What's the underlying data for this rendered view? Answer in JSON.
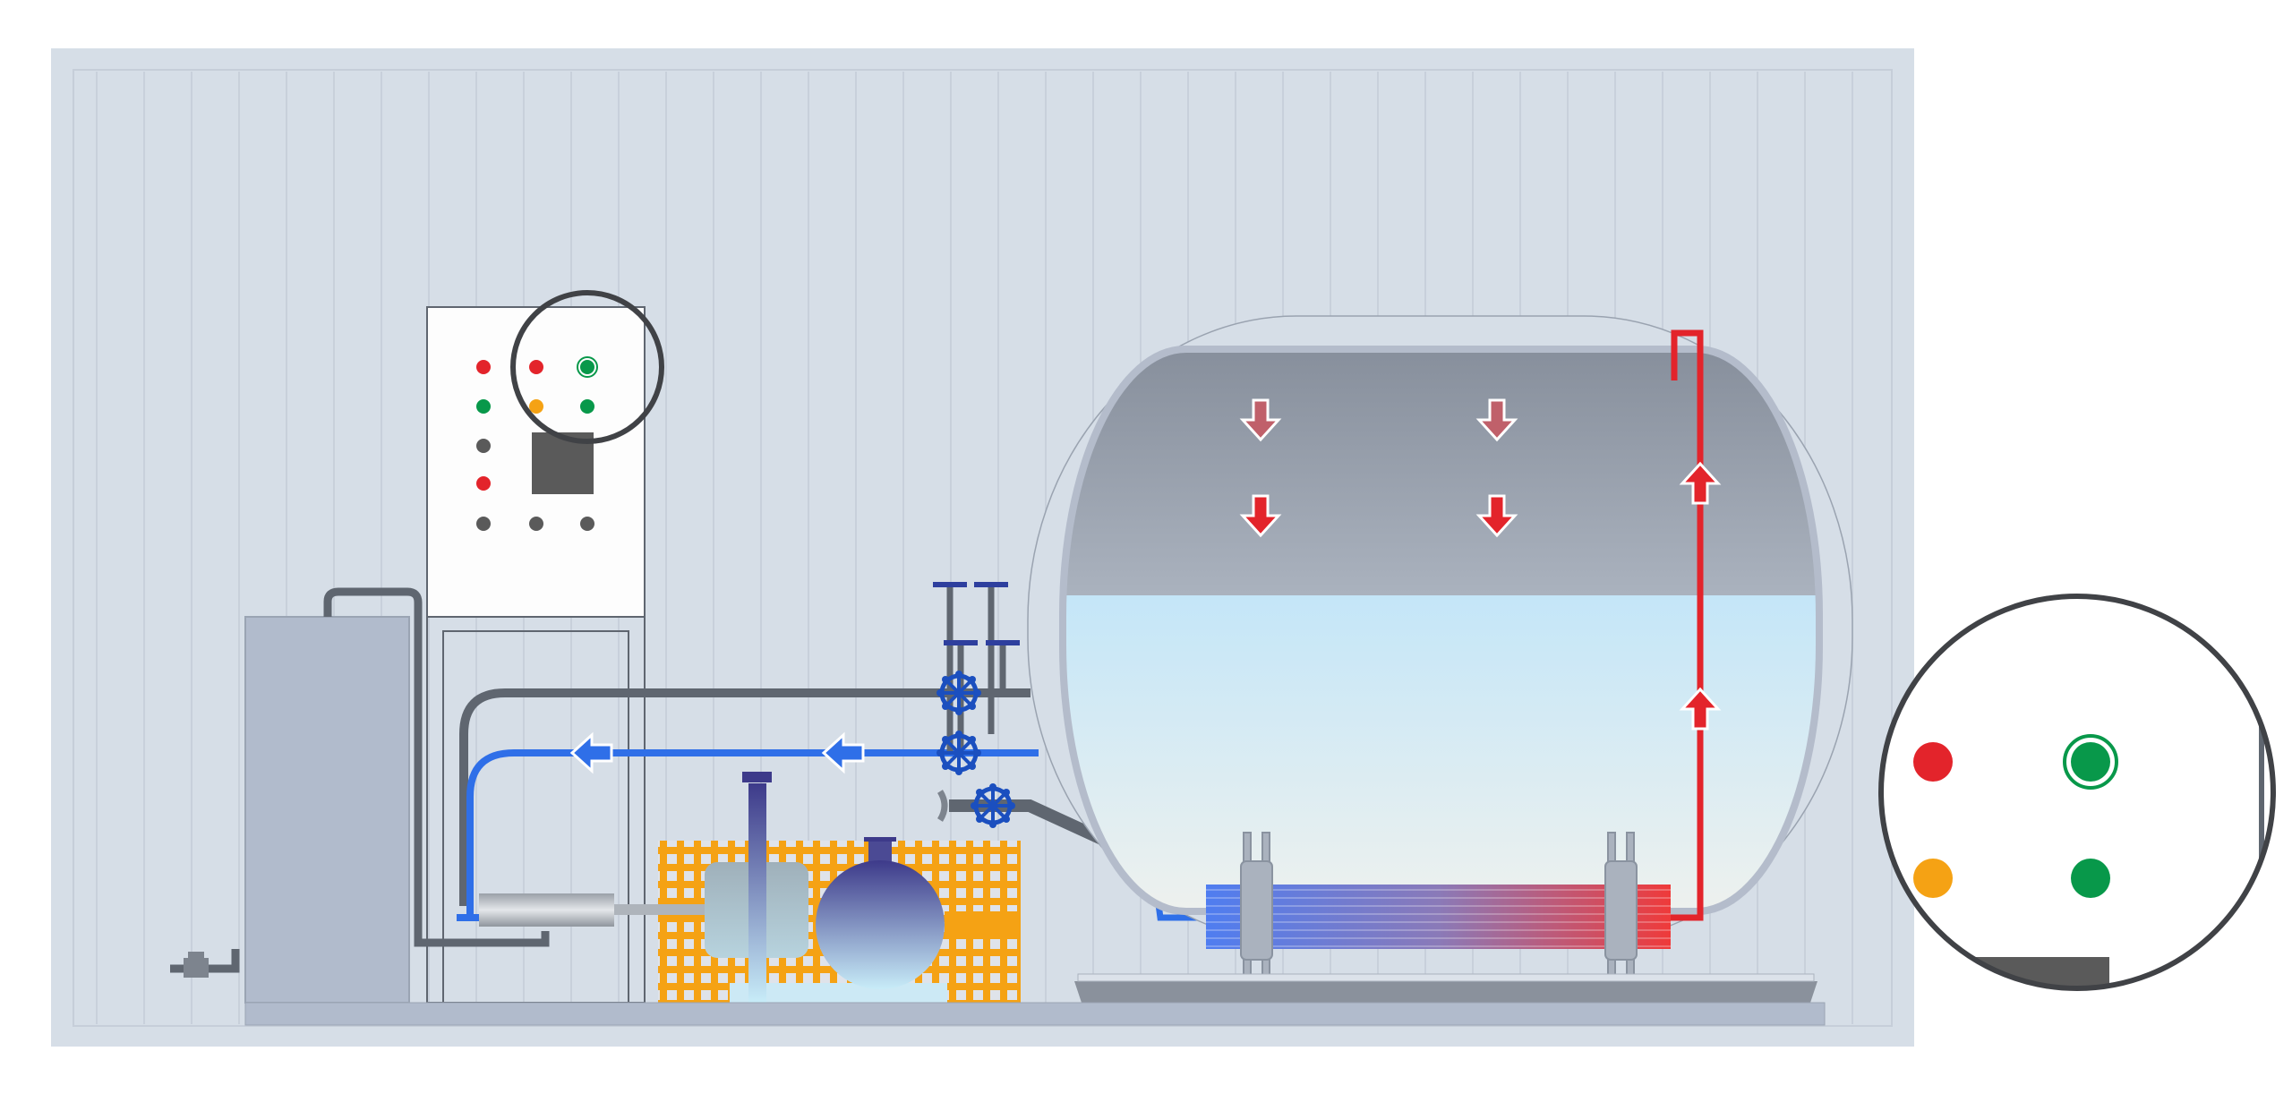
{
  "colors": {
    "wall": "#d6dee7",
    "wall_stripe": "#c3ccd7",
    "cabinet": "#fdfdfd",
    "outline": "#5f6670",
    "pipe_gray": "#5f6670",
    "pipe_blue": "#2f6fe8",
    "pipe_red": "#e3242b",
    "valve": "#1b4fbf",
    "grate": "#f5a214",
    "indicator_red": "#e3242b",
    "indicator_green": "#08984a",
    "indicator_orange": "#f5a214",
    "indicator_gray": "#5a5a5a",
    "vessel_gas_top": "#878f9c",
    "vessel_liquid": "#c6e6f7"
  },
  "control_panel": {
    "indicators": [
      [
        "red",
        "red",
        "green-ring"
      ],
      [
        "green",
        "orange",
        "green"
      ],
      [
        "gray",
        null,
        null
      ],
      [
        "red",
        null,
        null
      ],
      [
        "gray",
        "gray",
        "gray"
      ]
    ]
  },
  "magnifier": {
    "indicators": [
      "red",
      "green-ring",
      "orange",
      "green"
    ]
  },
  "icons": [
    "valve-handwheel-icon",
    "flow-arrow-left-icon",
    "heat-arrow-down-icon",
    "flow-arrow-up-icon"
  ]
}
